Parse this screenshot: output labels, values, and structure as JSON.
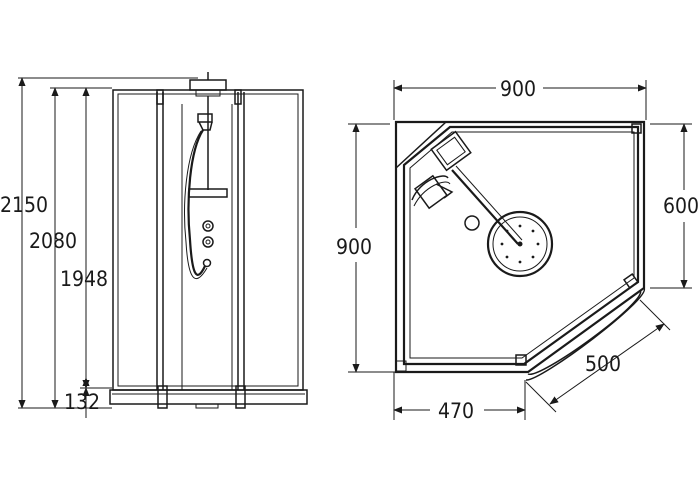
{
  "front_view": {
    "dimensions": {
      "total_height": "2150",
      "cabin_height": "2080",
      "door_height": "1948",
      "tray_height": "132"
    }
  },
  "plan_view": {
    "dimensions": {
      "width": "900",
      "depth": "900",
      "right_wall": "600",
      "bottom_wall": "470",
      "diagonal_door": "500"
    }
  }
}
